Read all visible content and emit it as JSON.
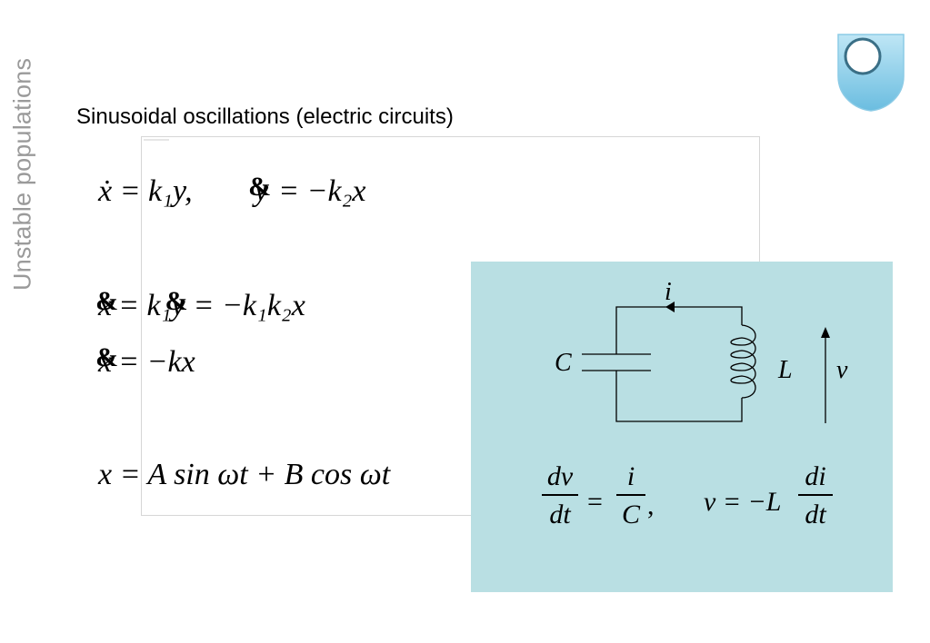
{
  "sidebar": {
    "title": "Unstable populations"
  },
  "header": {
    "title": "Sinusoidal oscillations (electric circuits)"
  },
  "equations": {
    "eq1_a": "ẋ = k₁y,",
    "eq1_b_lhs": "y",
    "eq1_b_rhs": "= −k₂x",
    "eq2_lhs": "x",
    "eq2_mid": "= k₁y",
    "eq2_rhs": "= −k₁k₂x",
    "eq3_lhs": "x",
    "eq3_rhs": "= −kx",
    "eq4": "x = A sin ωt + B cos ωt",
    "glyph": "&"
  },
  "circuit": {
    "label_i": "i",
    "label_C": "C",
    "label_L": "L",
    "label_v": "v",
    "eq_left_num": "dv",
    "eq_left_den": "dt",
    "eq_eq": "=",
    "eq_mid_num": "i",
    "eq_mid_den": "C",
    "eq_comma": ",",
    "eq_right_lhs": "v = −L",
    "eq_right_num": "di",
    "eq_right_den": "dt",
    "background": "#b9dfe3"
  },
  "colors": {
    "side_title": "#9a9a9a",
    "logo_fill": "#7fc6e6"
  }
}
